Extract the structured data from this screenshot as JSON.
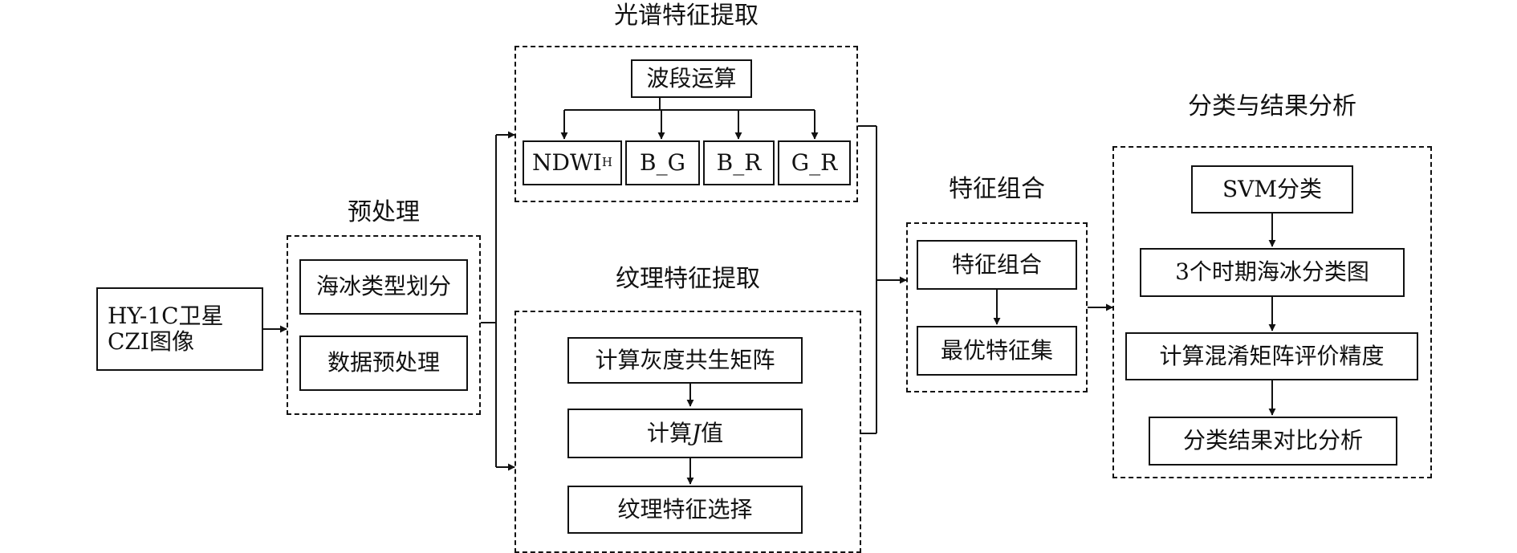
{
  "source": {
    "line1": "HY-1C卫星",
    "line2": "CZI图像"
  },
  "preprocess": {
    "title": "预处理",
    "items": [
      "海冰类型划分",
      "数据预处理"
    ]
  },
  "spectral": {
    "title": "光谱特征提取",
    "root": "波段运算",
    "leaves": [
      {
        "main": "NDWI",
        "sub": "H"
      },
      {
        "main": "B_G"
      },
      {
        "main": "B_R"
      },
      {
        "main": "G_R"
      }
    ]
  },
  "texture": {
    "title": "纹理特征提取",
    "step1": "计算灰度共生矩阵",
    "step2_prefix": "计算",
    "step2_var": "J",
    "step2_suffix": "值",
    "step3": "纹理特征选择"
  },
  "combine": {
    "title": "特征组合",
    "items": [
      "特征组合",
      "最优特征集"
    ]
  },
  "classify": {
    "title": "分类与结果分析",
    "items": [
      "SVM分类",
      "3个时期海冰分类图",
      "计算混淆矩阵评价精度",
      "分类结果对比分析"
    ]
  },
  "colors": {
    "stroke": "#111111",
    "background": "#ffffff"
  }
}
